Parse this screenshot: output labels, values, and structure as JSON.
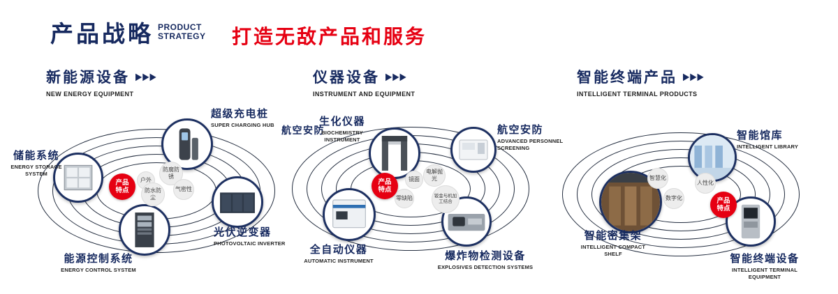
{
  "header": {
    "title": "产品战略",
    "subtitle_line1": "PRODUCT",
    "subtitle_line2": "STRATEGY",
    "slogan": "打造无敌产品和服务"
  },
  "arrow_glyph": "▶▶▶",
  "colors": {
    "navy": "#16295f",
    "red": "#e60012",
    "orbit_line": "#222c3e"
  },
  "sections": [
    {
      "title": "新能源设备",
      "subtitle": "NEW ENERGY EQUIPMENT",
      "center_badge": "产品特点",
      "features": [
        "户外",
        "防腐防锈",
        "防水防尘",
        "气密性"
      ],
      "products": [
        {
          "name": "储能系统",
          "en": "ENERGY STORAGE SYSTEM"
        },
        {
          "name": "超级充电桩",
          "en": "SUPER CHARGING HUB"
        },
        {
          "name": "光伏逆变器",
          "en": "PHOTOVOLTAIC INVERTER"
        },
        {
          "name": "能源控制系统",
          "en": "ENERGY CONTROL SYSTEM"
        }
      ]
    },
    {
      "title": "仪器设备",
      "subtitle": "INSTRUMENT AND EQUIPMENT",
      "center_badge": "产品特点",
      "side_label": "航空安防",
      "features": [
        "镜面",
        "电解抛光",
        "零缺陷",
        "钣金与机加工结合"
      ],
      "products": [
        {
          "name": "生化仪器",
          "en": "BIOCHEMISTRY INSTRUMENT"
        },
        {
          "name": "航空安防",
          "en": "ADVANCED PERSONNEL SCREENING"
        },
        {
          "name": "全自动仪器",
          "en": "AUTOMATIC INSTRUMENT"
        },
        {
          "name": "爆炸物检测设备",
          "en": "EXPLOSIVES DETECTION SYSTEMS"
        }
      ]
    },
    {
      "title": "智能终端产品",
      "subtitle": "INTELLIGENT TERMINAL PRODUCTS",
      "center_badge": "产品特点",
      "features": [
        "智慧化",
        "人性化",
        "数字化"
      ],
      "products": [
        {
          "name": "智能馆库",
          "en": "INTELLIGENT LIBRARY"
        },
        {
          "name": "智能密集架",
          "en": "INTELLIGENT COMPACT SHELF"
        },
        {
          "name": "智能终端设备",
          "en": "INTELLIGENT TERMINAL EQUIPMENT"
        }
      ]
    }
  ]
}
